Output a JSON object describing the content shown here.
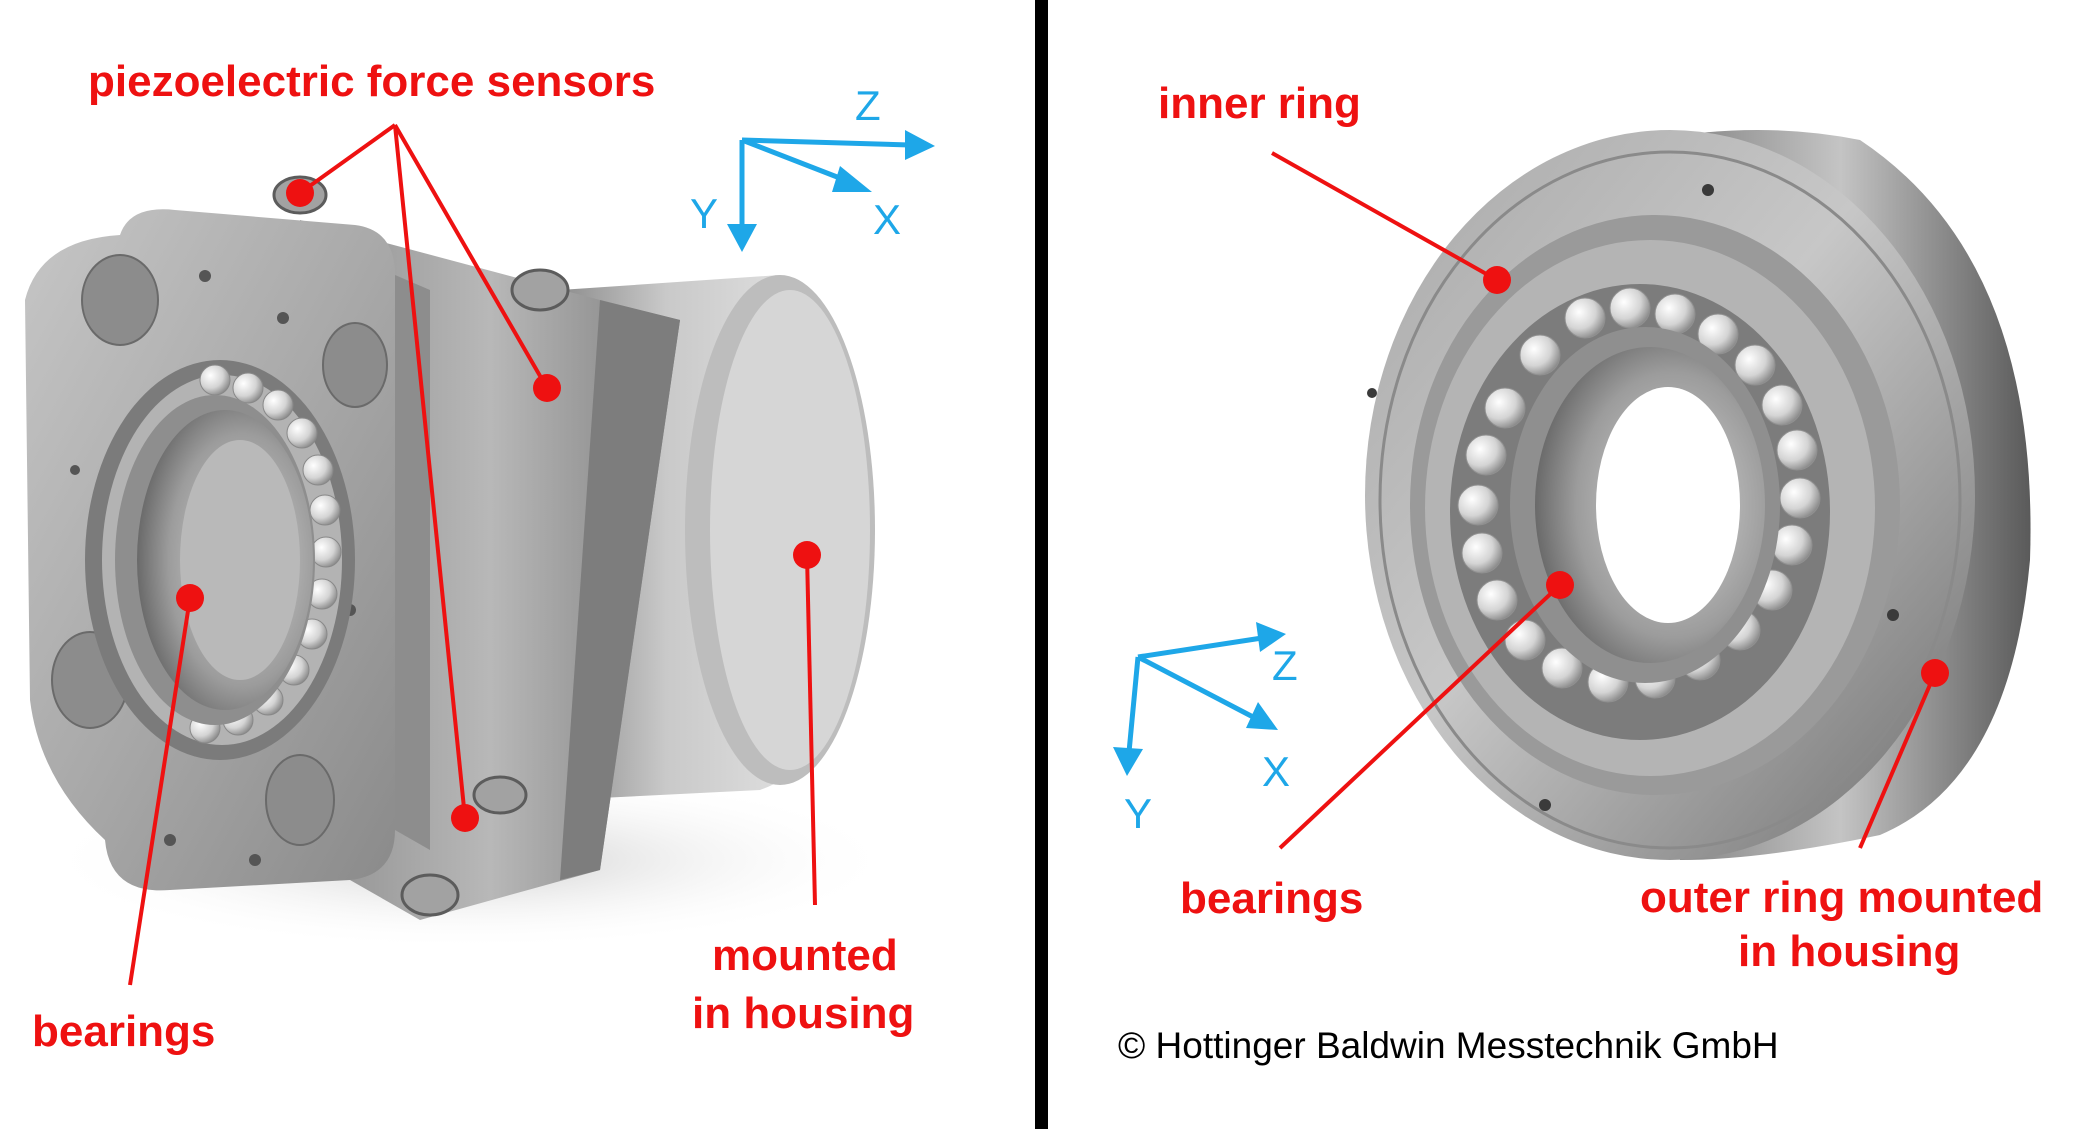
{
  "colors": {
    "label": "#ee1111",
    "axis": "#1ea7e8",
    "divider": "#000000",
    "metal_light": "#cfcfcf",
    "metal_mid": "#a4a4a4",
    "metal_dark": "#6a6a6a"
  },
  "left_panel": {
    "label_sensors": "piezoelectric force sensors",
    "label_bearings": "bearings",
    "label_mounted_line1": "mounted",
    "label_mounted_line2": "in housing",
    "axis_z": "Z",
    "axis_x": "X",
    "axis_y": "Y"
  },
  "right_panel": {
    "label_inner_ring": "inner ring",
    "label_bearings": "bearings",
    "label_outer_line1": "outer ring mounted",
    "label_outer_line2": "in housing",
    "axis_z": "Z",
    "axis_x": "X",
    "axis_y": "Y",
    "copyright": "© Hottinger Baldwin Messtechnik GmbH"
  }
}
